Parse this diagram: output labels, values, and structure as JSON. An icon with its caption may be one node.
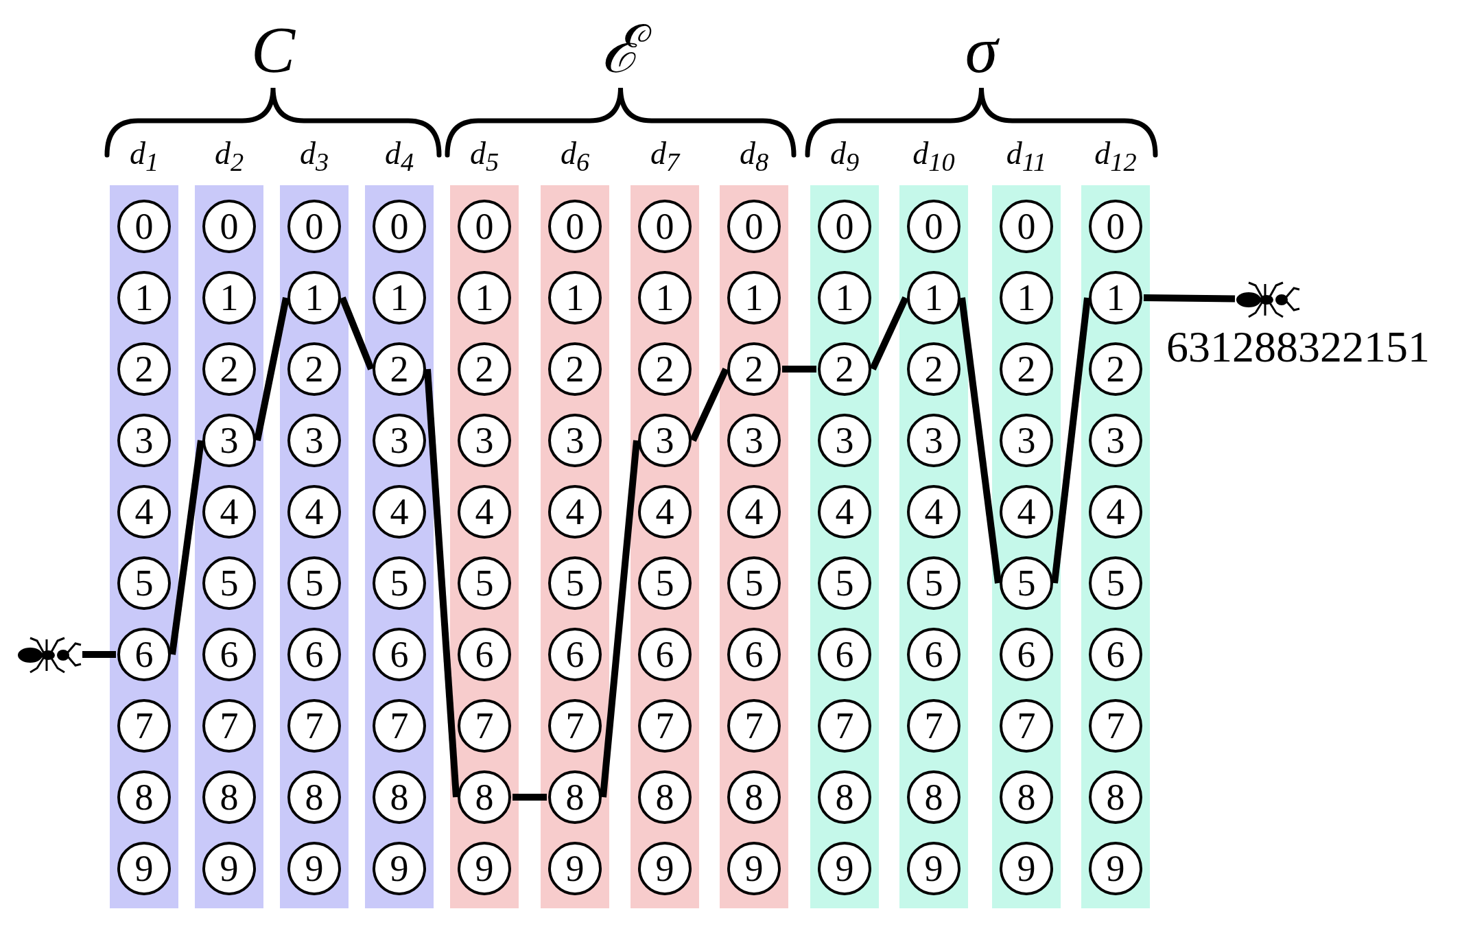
{
  "diagram": {
    "nodes": [
      {
        "text": [],
        "shape": "ant"
      },
      {
        "text": [
          "d$_{1}$"
        ]
      },
      {
        "text": [
          "0"
        ],
        "in": 1
      },
      {
        "text": [
          "1"
        ],
        "in": 1
      },
      {
        "text": [
          "2"
        ],
        "in": 1
      },
      {
        "text": [
          "3"
        ],
        "in": 1
      },
      {
        "text": [
          "4"
        ],
        "in": 1
      },
      {
        "text": [
          "5"
        ],
        "in": 1
      },
      {
        "text": [
          "6"
        ],
        "in": 1
      },
      {
        "text": [
          "7"
        ],
        "in": 1
      },
      {
        "text": [
          "8"
        ],
        "in": 1
      },
      {
        "text": [
          "9"
        ],
        "in": 1
      },
      {
        "text": [
          "d$_{2}$"
        ]
      },
      {
        "text": [
          "0"
        ],
        "in": 12
      },
      {
        "text": [
          "1"
        ],
        "in": 12
      },
      {
        "text": [
          "2"
        ],
        "in": 12
      },
      {
        "text": [
          "3"
        ],
        "in": 12
      },
      {
        "text": [
          "4"
        ],
        "in": 12
      },
      {
        "text": [
          "5"
        ],
        "in": 12
      },
      {
        "text": [
          "6"
        ],
        "in": 12
      },
      {
        "text": [
          "7"
        ],
        "in": 12
      },
      {
        "text": [
          "8"
        ],
        "in": 12
      },
      {
        "text": [
          "9"
        ],
        "in": 12
      },
      {
        "text": [
          "d$_{3}$"
        ]
      },
      {
        "text": [
          "0"
        ],
        "in": 23
      },
      {
        "text": [
          "1"
        ],
        "in": 23
      },
      {
        "text": [
          "2"
        ],
        "in": 23
      },
      {
        "text": [
          "3"
        ],
        "in": 23
      },
      {
        "text": [
          "4"
        ],
        "in": 23
      },
      {
        "text": [
          "5"
        ],
        "in": 23
      },
      {
        "text": [
          "6"
        ],
        "in": 23
      },
      {
        "text": [
          "7"
        ],
        "in": 23
      },
      {
        "text": [
          "8"
        ],
        "in": 23
      },
      {
        "text": [
          "9"
        ],
        "in": 23
      },
      {
        "text": [
          "d$_{4}$"
        ]
      },
      {
        "text": [
          "0"
        ],
        "in": 34
      },
      {
        "text": [
          "1"
        ],
        "in": 34
      },
      {
        "text": [
          "2"
        ],
        "in": 34
      },
      {
        "text": [
          "3"
        ],
        "in": 34
      },
      {
        "text": [
          "4"
        ],
        "in": 34
      },
      {
        "text": [
          "5"
        ],
        "in": 34
      },
      {
        "text": [
          "6"
        ],
        "in": 34
      },
      {
        "text": [
          "7"
        ],
        "in": 34
      },
      {
        "text": [
          "8"
        ],
        "in": 34
      },
      {
        "text": [
          "9"
        ],
        "in": 34
      },
      {
        "text": [
          "d$_{5}$"
        ]
      },
      {
        "text": [
          "0"
        ],
        "in": 45
      },
      {
        "text": [
          "1"
        ],
        "in": 45
      },
      {
        "text": [
          "2"
        ],
        "in": 45
      },
      {
        "text": [
          "3"
        ],
        "in": 45
      },
      {
        "text": [
          "4"
        ],
        "in": 45
      },
      {
        "text": [
          "5"
        ],
        "in": 45
      },
      {
        "text": [
          "6"
        ],
        "in": 45
      },
      {
        "text": [
          "7"
        ],
        "in": 45
      },
      {
        "text": [
          "8"
        ],
        "in": 45
      },
      {
        "text": [
          "9"
        ],
        "in": 45
      },
      {
        "text": [
          "d$_{6}$"
        ]
      },
      {
        "text": [
          "0"
        ],
        "in": 56
      },
      {
        "text": [
          "1"
        ],
        "in": 56
      },
      {
        "text": [
          "2"
        ],
        "in": 56
      },
      {
        "text": [
          "3"
        ],
        "in": 56
      },
      {
        "text": [
          "4"
        ],
        "in": 56
      },
      {
        "text": [
          "5"
        ],
        "in": 56
      },
      {
        "text": [
          "6"
        ],
        "in": 56
      },
      {
        "text": [
          "7"
        ],
        "in": 56
      },
      {
        "text": [
          "8"
        ],
        "in": 56
      },
      {
        "text": [
          "9"
        ],
        "in": 56
      },
      {
        "text": [
          "d$_{7}$"
        ]
      },
      {
        "text": [
          "0"
        ],
        "in": 67
      },
      {
        "text": [
          "1"
        ],
        "in": 67
      },
      {
        "text": [
          "2"
        ],
        "in": 67
      },
      {
        "text": [
          "3"
        ],
        "in": 67
      },
      {
        "text": [
          "4"
        ],
        "in": 67
      },
      {
        "text": [
          "5"
        ],
        "in": 67
      },
      {
        "text": [
          "6"
        ],
        "in": 67
      },
      {
        "text": [
          "7"
        ],
        "in": 67
      },
      {
        "text": [
          "8"
        ],
        "in": 67
      },
      {
        "text": [
          "9"
        ],
        "in": 67
      },
      {
        "text": [
          "d$_{8}$"
        ]
      },
      {
        "text": [
          "0"
        ],
        "in": 78
      },
      {
        "text": [
          "1"
        ],
        "in": 78
      },
      {
        "text": [
          "2"
        ],
        "in": 78
      },
      {
        "text": [
          "3"
        ],
        "in": 78
      },
      {
        "text": [
          "4"
        ],
        "in": 78
      },
      {
        "text": [
          "5"
        ],
        "in": 78
      },
      {
        "text": [
          "6"
        ],
        "in": 78
      },
      {
        "text": [
          "7"
        ],
        "in": 78
      },
      {
        "text": [
          "8"
        ],
        "in": 78
      },
      {
        "text": [
          "9"
        ],
        "in": 78
      },
      {
        "text": [
          "d$_{9}$"
        ]
      },
      {
        "text": [
          "0"
        ],
        "in": 89
      },
      {
        "text": [
          "1"
        ],
        "in": 89
      },
      {
        "text": [
          "2"
        ],
        "in": 89
      },
      {
        "text": [
          "3"
        ],
        "in": 89
      },
      {
        "text": [
          "4"
        ],
        "in": 89
      },
      {
        "text": [
          "5"
        ],
        "in": 89
      },
      {
        "text": [
          "6"
        ],
        "in": 89
      },
      {
        "text": [
          "7"
        ],
        "in": 89
      },
      {
        "text": [
          "8"
        ],
        "in": 89
      },
      {
        "text": [
          "9"
        ],
        "in": 89
      },
      {
        "text": [
          "d$_{10}$"
        ]
      },
      {
        "text": [
          "0"
        ],
        "in": 100
      },
      {
        "text": [
          "1"
        ],
        "in": 100
      },
      {
        "text": [
          "2"
        ],
        "in": 100
      },
      {
        "text": [
          "3"
        ],
        "in": 100
      },
      {
        "text": [
          "4"
        ],
        "in": 100
      },
      {
        "text": [
          "5"
        ],
        "in": 100
      },
      {
        "text": [
          "6"
        ],
        "in": 100
      },
      {
        "text": [
          "7"
        ],
        "in": 100
      },
      {
        "text": [
          "8"
        ],
        "in": 100
      },
      {
        "text": [
          "9"
        ],
        "in": 100
      },
      {
        "text": [
          "d$_{11}$"
        ]
      },
      {
        "text": [
          "0"
        ],
        "in": 111
      },
      {
        "text": [
          "1"
        ],
        "in": 111
      },
      {
        "text": [
          "2"
        ],
        "in": 111
      },
      {
        "text": [
          "3"
        ],
        "in": 111
      },
      {
        "text": [
          "4"
        ],
        "in": 111
      },
      {
        "text": [
          "5"
        ],
        "in": 111
      },
      {
        "text": [
          "6"
        ],
        "in": 111
      },
      {
        "text": [
          "7"
        ],
        "in": 111
      },
      {
        "text": [
          "8"
        ],
        "in": 111
      },
      {
        "text": [
          "9"
        ],
        "in": 111
      },
      {
        "text": [
          "d$_{12}$"
        ]
      },
      {
        "text": [
          "0"
        ],
        "in": 122
      },
      {
        "text": [
          "1"
        ],
        "in": 122
      },
      {
        "text": [
          "2"
        ],
        "in": 122
      },
      {
        "text": [
          "3"
        ],
        "in": 122
      },
      {
        "text": [
          "4"
        ],
        "in": 122
      },
      {
        "text": [
          "5"
        ],
        "in": 122
      },
      {
        "text": [
          "6"
        ],
        "in": 122
      },
      {
        "text": [
          "7"
        ],
        "in": 122
      },
      {
        "text": [
          "8"
        ],
        "in": 122
      },
      {
        "text": [
          "9"
        ],
        "in": 122
      },
      {
        "text": [],
        "shape": "ant",
        "beside": [
          "631288322151"
        ]
      }
    ],
    "edges": [
      {
        "from": 0,
        "to": 8,
        "arrow": "none"
      },
      {
        "from": 8,
        "to": 16,
        "arrow": "none"
      },
      {
        "from": 16,
        "to": 25,
        "arrow": "none"
      },
      {
        "from": 25,
        "to": 37,
        "arrow": "none"
      },
      {
        "from": 37,
        "to": 54,
        "arrow": "none"
      },
      {
        "from": 54,
        "to": 65,
        "arrow": "none"
      },
      {
        "from": 65,
        "to": 71,
        "arrow": "none"
      },
      {
        "from": 71,
        "to": 81,
        "arrow": "none"
      },
      {
        "from": 81,
        "to": 92,
        "arrow": "none"
      },
      {
        "from": 92,
        "to": 102,
        "arrow": "none"
      },
      {
        "from": 102,
        "to": 117,
        "arrow": "none"
      },
      {
        "from": 117,
        "to": 124,
        "arrow": "none"
      },
      {
        "from": 124,
        "to": 133,
        "arrow": "none"
      }
    ],
    "labels": [
      "C",
      "ℰ",
      "σ"
    ]
  }
}
